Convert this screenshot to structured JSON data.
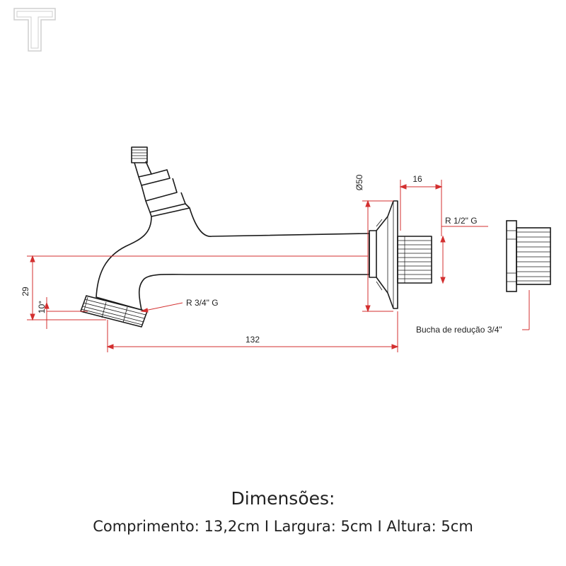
{
  "colors": {
    "outline": "#1a1a1a",
    "dimension": "#d32f2f",
    "logo": "#cfcfcf",
    "text": "#222222"
  },
  "logo": {
    "icon": "t-logo-icon"
  },
  "dimensions": {
    "length": "132",
    "height": "29",
    "angle": "10°",
    "diameter": "Ø50",
    "thread_length": "16"
  },
  "labels": {
    "outlet_thread": "R 3/4\" G",
    "inlet_thread": "R 1/2\" G",
    "bushing": "Bucha de redução 3/4\""
  },
  "caption": {
    "title": "Dimensões:",
    "specs": "Comprimento: 13,2cm I Largura: 5cm I Altura: 5cm"
  }
}
